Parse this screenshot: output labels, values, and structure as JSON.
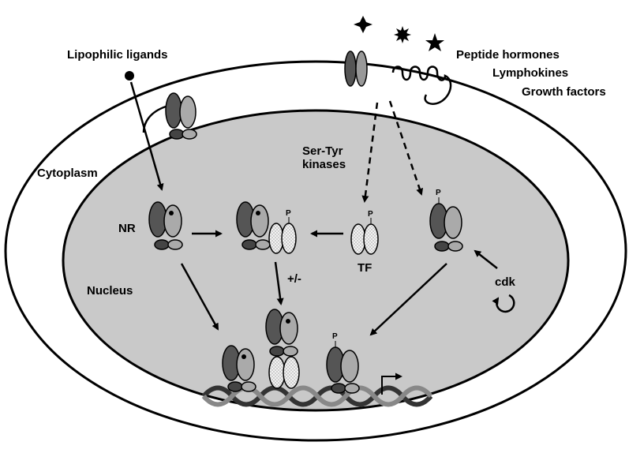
{
  "labels": {
    "lipophilic_ligands": "Lipophilic ligands",
    "peptide_hormones": "Peptide hormones",
    "lymphokines": "Lymphokines",
    "growth_factors": "Growth factors",
    "cytoplasm": "Cytoplasm",
    "nucleus": "Nucleus",
    "ser_tyr_line1": "Ser-Tyr",
    "ser_tyr_line2": "kinases",
    "nr": "NR",
    "tf": "TF",
    "plus_minus": "+/-",
    "cdk": "cdk",
    "phospho": "P"
  },
  "colors": {
    "nucleus_fill": "#c9c9c9",
    "cell_fill": "#ffffff",
    "receptor_dark": "#555555",
    "receptor_light": "#a8a8a8",
    "tf_stipple": "#f2f2f2"
  }
}
